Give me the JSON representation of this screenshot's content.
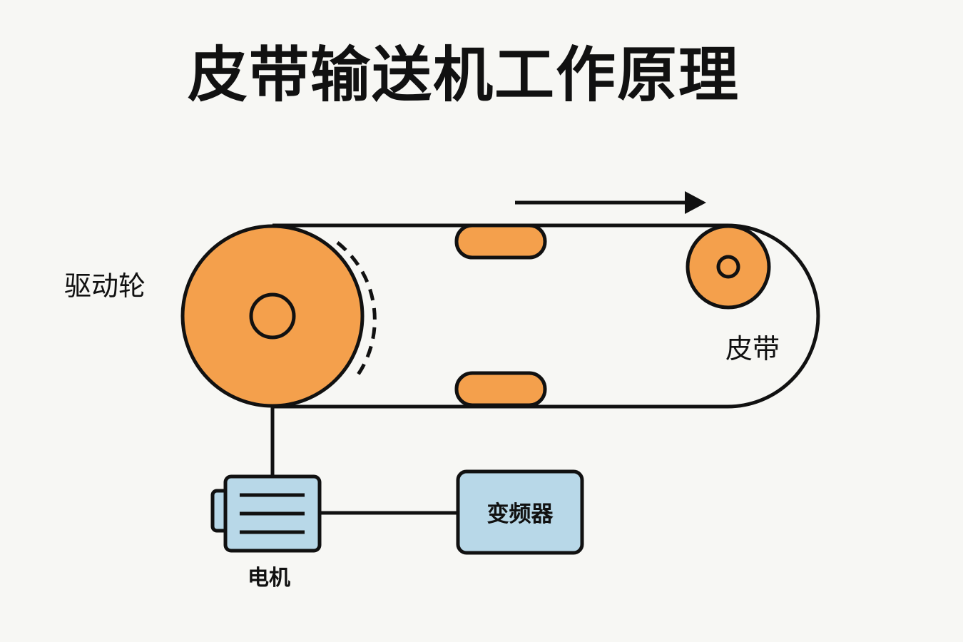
{
  "title": "皮带输送机工作原理",
  "labels": {
    "drive_wheel": "驱动轮",
    "belt": "皮带",
    "motor": "电机",
    "inverter": "变频器"
  },
  "colors": {
    "background": "#f7f7f4",
    "wheel_fill": "#f4a04c",
    "box_fill": "#b8d8e8",
    "stroke": "#111111"
  }
}
